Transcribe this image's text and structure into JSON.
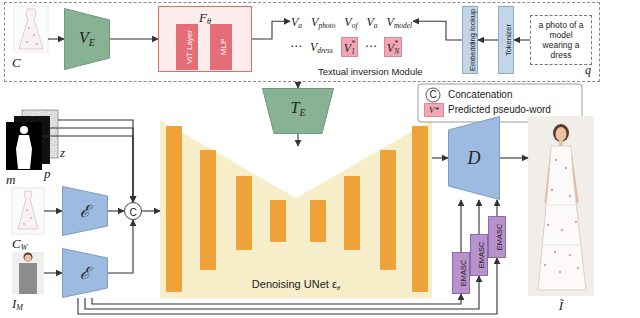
{
  "diagram": {
    "nodes": [
      {
        "text": [
          "Textual inversion Module"
        ]
      },
      {
        "text": [
          "C"
        ],
        "in": 0
      },
      {
        "text": [
          "V",
          "E"
        ],
        "in": 0
      },
      {
        "text": [
          "F",
          "θ"
        ],
        "in": 0
      },
      {
        "text": [
          "ViT Layer"
        ],
        "in": 3
      },
      {
        "text": [
          "MLP"
        ],
        "in": 3
      },
      {
        "text": [
          "V",
          "a"
        ],
        "in": 0
      },
      {
        "text": [
          "V",
          "photo"
        ],
        "in": 0
      },
      {
        "text": [
          "V",
          "of"
        ],
        "in": 0
      },
      {
        "text": [
          "V",
          "a"
        ],
        "in": 0
      },
      {
        "text": [
          "V",
          "model"
        ],
        "in": 0
      },
      {
        "text": [
          "V",
          "dress"
        ],
        "in": 0
      },
      {
        "text": [
          "V",
          "1",
          "*"
        ],
        "in": 0
      },
      {
        "text": [
          "V",
          "N",
          "*"
        ],
        "in": 0
      },
      {
        "text": [
          "Embedding lookup"
        ],
        "in": 0
      },
      {
        "text": [
          "Tokenizer"
        ],
        "in": 0
      },
      {
        "text": [
          "a photo of a model wearing a dress",
          "q"
        ],
        "in": 0
      },
      {
        "text": [
          "T",
          "E"
        ]
      },
      {
        "text": [
          "m"
        ]
      },
      {
        "text": [
          "p"
        ]
      },
      {
        "text": [
          "z"
        ]
      },
      {
        "text": [
          "C",
          "W"
        ]
      },
      {
        "text": [
          "ℰ"
        ]
      },
      {
        "text": [
          "I",
          "M"
        ]
      },
      {
        "text": [
          "ℰ"
        ]
      },
      {
        "text": [
          "C"
        ]
      },
      {
        "text": [
          "Denoising UNet ε",
          "θ"
        ]
      },
      {
        "text": [
          "D"
        ]
      },
      {
        "text": [
          "EMASC"
        ]
      },
      {
        "text": [
          "EMASC"
        ]
      },
      {
        "text": [
          "EMASC"
        ]
      },
      {
        "text": [
          "Ĩ"
        ]
      }
    ],
    "edges": [
      {
        "from": 1,
        "to": 2,
        "arrow": "to"
      },
      {
        "from": 2,
        "to": 3,
        "arrow": "to"
      },
      {
        "from": 3,
        "to": 6,
        "arrow": "to"
      },
      {
        "from": 14,
        "to": 10,
        "arrow": "to"
      },
      {
        "from": 15,
        "to": 14,
        "arrow": "to"
      },
      {
        "from": 16,
        "to": 15,
        "arrow": "to"
      },
      {
        "from": 0,
        "to": 17,
        "arrow": "to"
      },
      {
        "from": 18,
        "to": 25,
        "arrow": "to"
      },
      {
        "from": 19,
        "to": 25,
        "arrow": "to"
      },
      {
        "from": 20,
        "to": 25,
        "arrow": "to"
      },
      {
        "from": 21,
        "to": 22,
        "arrow": "to"
      },
      {
        "from": 23,
        "to": 24,
        "arrow": "to"
      },
      {
        "from": 22,
        "to": 25,
        "arrow": "to"
      },
      {
        "from": 24,
        "to": 25,
        "arrow": "to"
      },
      {
        "from": 25,
        "to": 26,
        "arrow": "to"
      },
      {
        "from": 17,
        "to": 26,
        "arrow": "to"
      },
      {
        "from": 26,
        "to": 27,
        "arrow": "to"
      },
      {
        "from": 24,
        "to": 28,
        "arrow": "to"
      },
      {
        "from": 24,
        "to": 29,
        "arrow": "to"
      },
      {
        "from": 24,
        "to": 30,
        "arrow": "to"
      },
      {
        "from": 28,
        "to": 27,
        "arrow": "to"
      },
      {
        "from": 29,
        "to": 27,
        "arrow": "to"
      },
      {
        "from": 30,
        "to": 27,
        "arrow": "to"
      },
      {
        "from": 27,
        "to": 31,
        "arrow": "to"
      }
    ],
    "labels": [
      "⋯",
      "⋯",
      "C",
      "V*"
    ],
    "legend": [
      {
        "text": "Concatenation"
      },
      {
        "text": "Predicted pseudo-word",
        "color": "#f4a6b4"
      }
    ]
  }
}
